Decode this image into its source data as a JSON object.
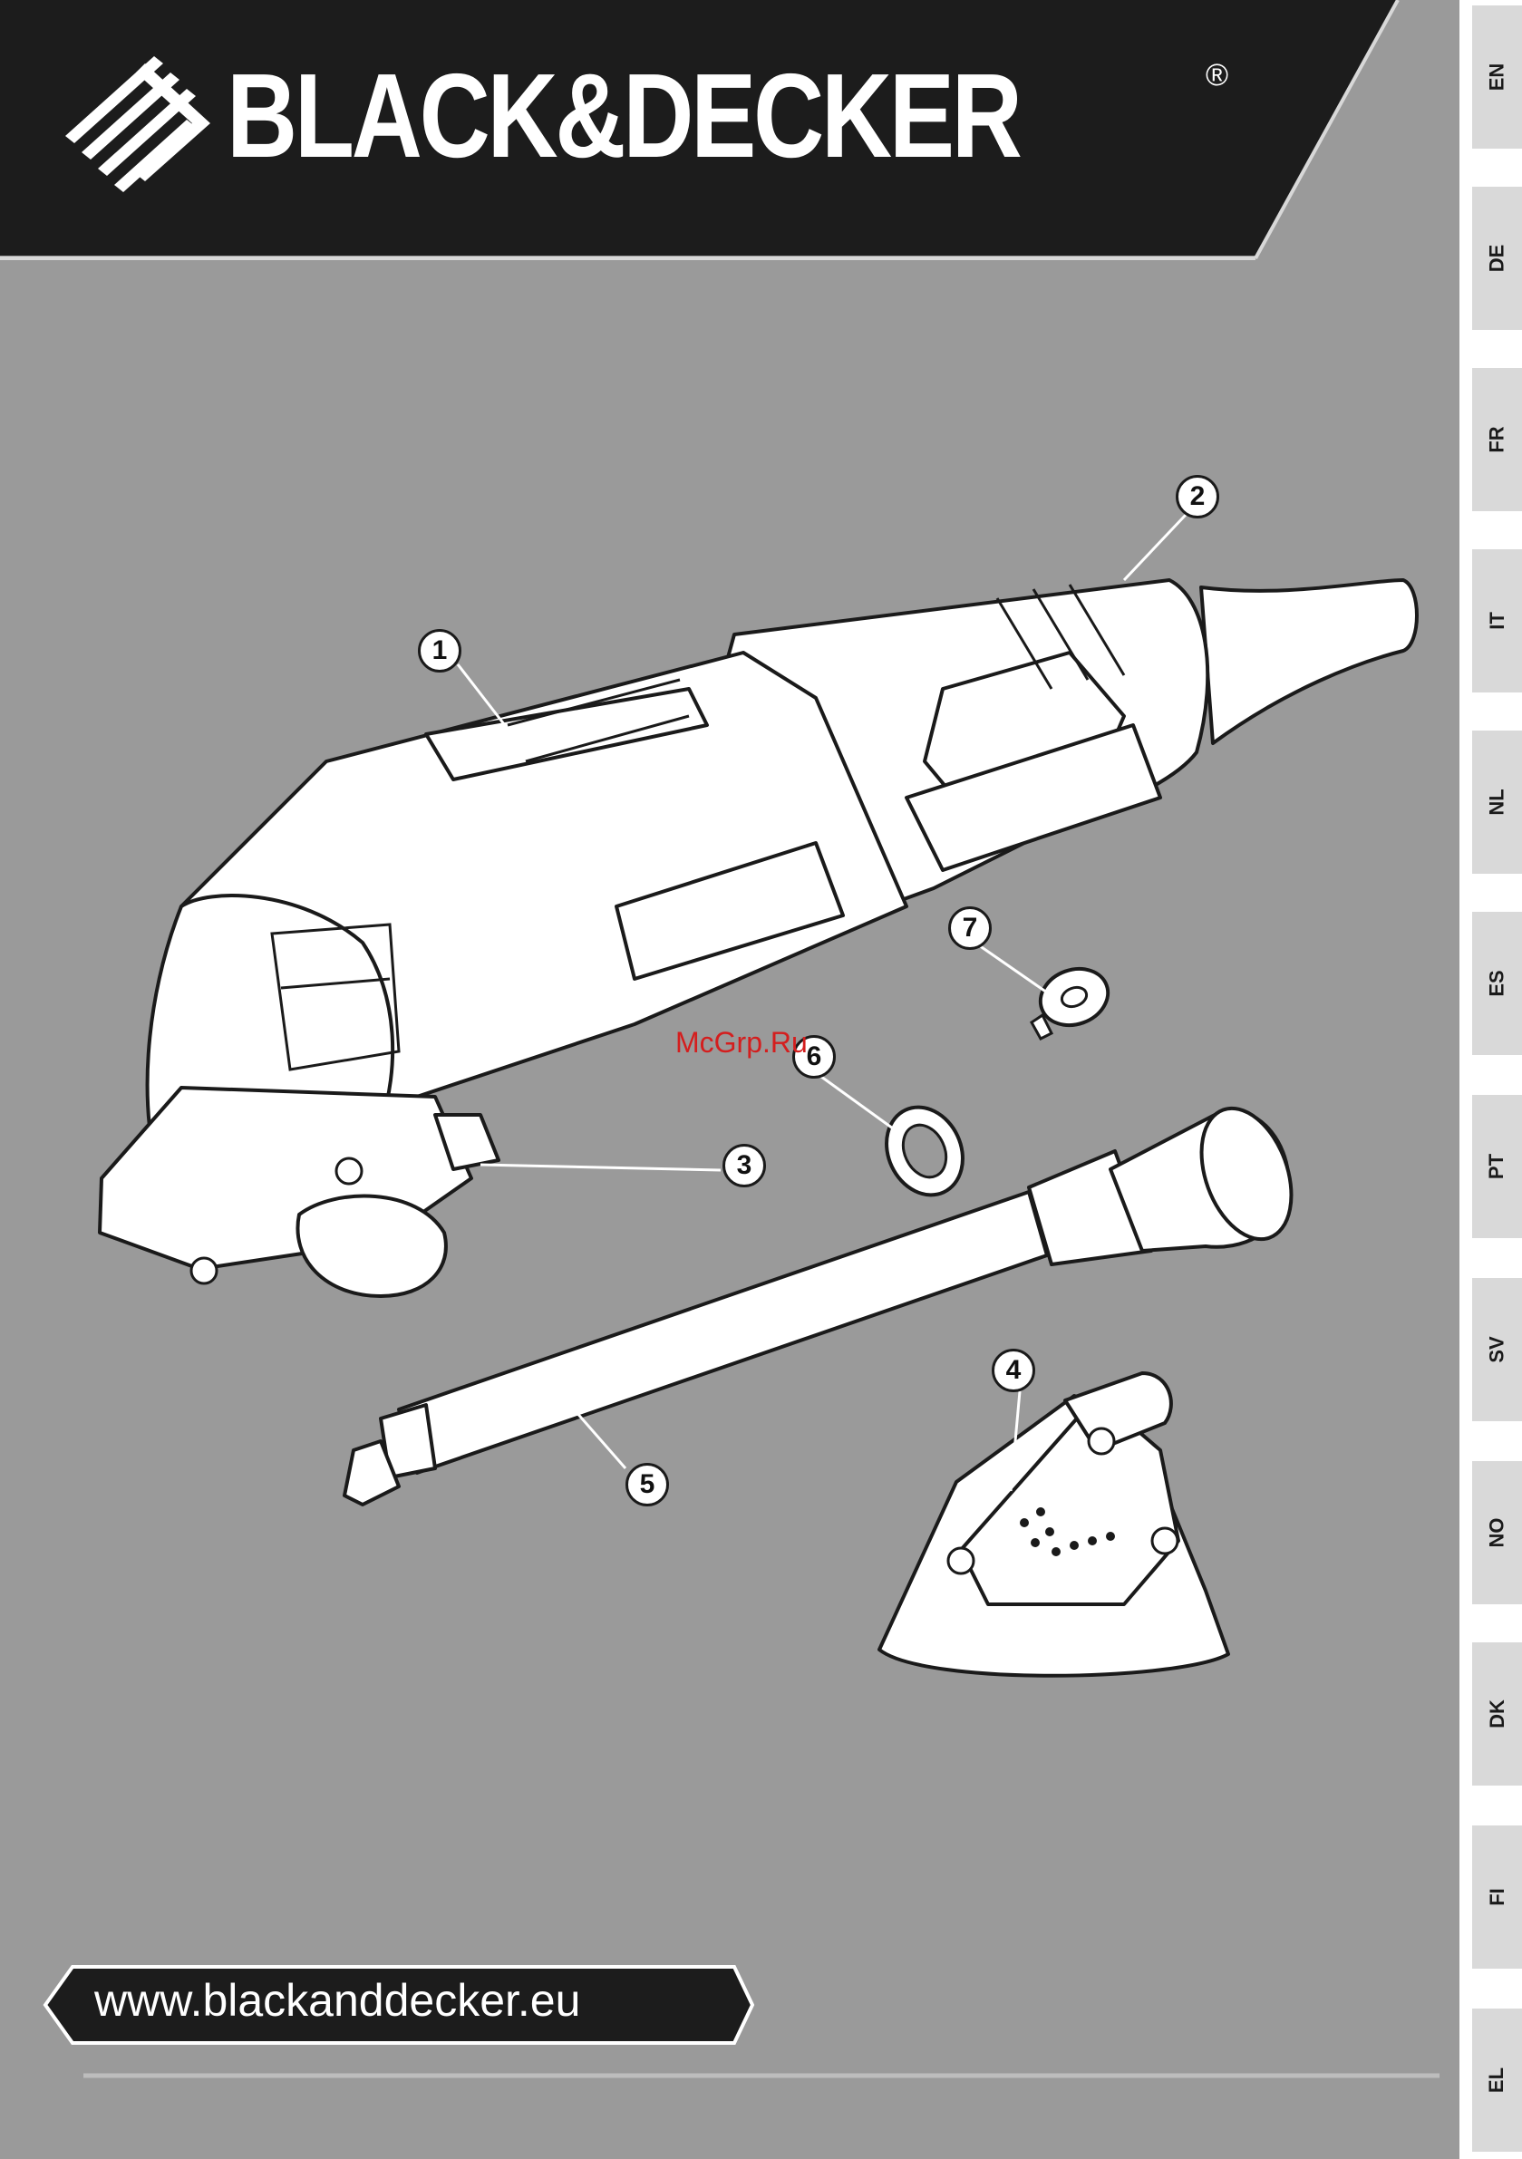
{
  "brand": {
    "name": "BLACK&DECKER",
    "registered_mark": "®"
  },
  "language_tabs": [
    "EN",
    "DE",
    "FR",
    "IT",
    "NL",
    "ES",
    "PT",
    "SV",
    "NO",
    "DK",
    "FI",
    "EL"
  ],
  "callouts": [
    "1",
    "2",
    "3",
    "4",
    "5",
    "6",
    "7"
  ],
  "website": "www.blackanddecker.eu",
  "watermark": "McGrp.Ru",
  "colors": {
    "background": "#9a9a9a",
    "banner": "#1c1c1c",
    "tab": "#d9d9d9",
    "watermark": "#d41e1e"
  }
}
